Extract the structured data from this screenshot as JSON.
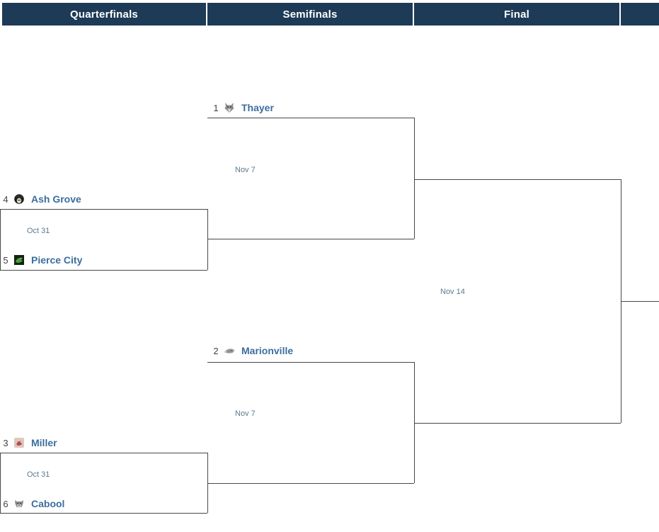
{
  "header": {
    "bg": "#1d3a56",
    "text_color": "#ffffff",
    "columns": [
      {
        "label": "Quarterfinals"
      },
      {
        "label": "Semifinals"
      },
      {
        "label": "Final"
      },
      {
        "label": ""
      }
    ]
  },
  "colors": {
    "bracket_line": "#474747",
    "team_link": "#3b6e9e",
    "seed_text": "#444444",
    "date_text": "#5e7a8e",
    "header_bg": "#1d3a56"
  },
  "teams": [
    {
      "seed": "1",
      "name": "Thayer",
      "icon": "thayer-wolf-logo-icon"
    },
    {
      "seed": "4",
      "name": "Ash Grove",
      "icon": "ash-grove-pirate-logo-icon"
    },
    {
      "seed": "5",
      "name": "Pierce City",
      "icon": "pierce-city-eagle-logo-icon"
    },
    {
      "seed": "2",
      "name": "Marionville",
      "icon": "marionville-comet-logo-icon"
    },
    {
      "seed": "3",
      "name": "Miller",
      "icon": "miller-cardinal-logo-icon"
    },
    {
      "seed": "6",
      "name": "Cabool",
      "icon": "cabool-bulldog-logo-icon"
    }
  ],
  "matches": {
    "qf1": {
      "round": "Quarterfinals",
      "date": "Oct 31",
      "top_team": "Ash Grove",
      "bottom_team": "Pierce City"
    },
    "qf2": {
      "round": "Quarterfinals",
      "date": "Oct 31",
      "top_team": "Miller",
      "bottom_team": "Cabool"
    },
    "sf1": {
      "round": "Semifinals",
      "date": "Nov 7",
      "top_team": "Thayer"
    },
    "sf2": {
      "round": "Semifinals",
      "date": "Nov 7",
      "top_team": "Marionville"
    },
    "final": {
      "round": "Final",
      "date": "Nov 14"
    }
  }
}
